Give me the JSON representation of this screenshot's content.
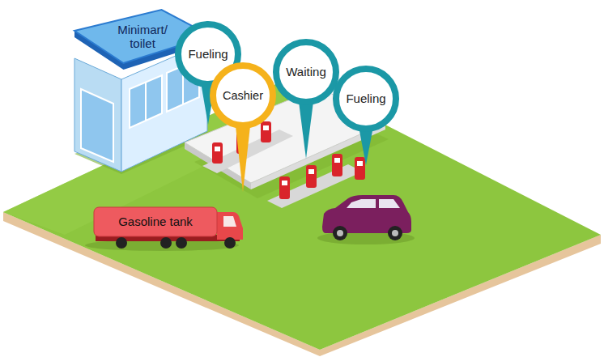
{
  "diagram": {
    "nodes": [
      {
        "text": [
          "Minimart/ toilet"
        ]
      },
      {
        "text": [
          "Fueling"
        ]
      },
      {
        "text": [
          "Cashier"
        ]
      },
      {
        "text": [
          "Waiting"
        ]
      },
      {
        "text": [
          "Fueling"
        ]
      },
      {
        "text": [
          "Gasoline tank"
        ]
      }
    ],
    "edges": []
  }
}
